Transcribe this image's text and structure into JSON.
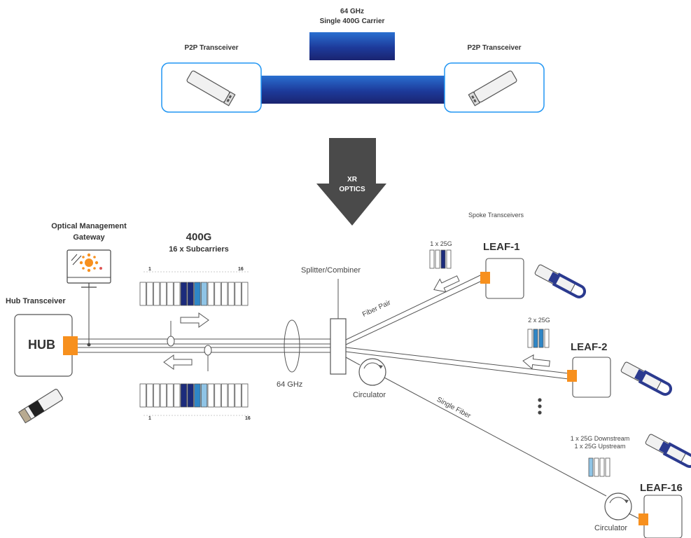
{
  "top": {
    "carrier_line1": "64 GHz",
    "carrier_line2": "Single 400G Carrier",
    "p2p_left_label": "P2P Transceiver",
    "p2p_right_label": "P2P Transceiver"
  },
  "arrow": {
    "line1": "XR",
    "line2": "OPTICS"
  },
  "hub": {
    "omg_line1": "Optical Management",
    "omg_line2": "Gateway",
    "hub_transceiver_label": "Hub Transceiver",
    "hub_label": "HUB"
  },
  "spectrum": {
    "title": "400G",
    "subtitle": "16 x Subcarriers",
    "top_first": "1",
    "top_last": "16",
    "bottom_first": "1",
    "bottom_last": "16"
  },
  "labels": {
    "freq": "64 GHz",
    "splitter": "Splitter/Combiner",
    "fiber_pair": "Fiber Pair",
    "single_fiber": "Single Fiber",
    "circulator": "Circulator",
    "circulator2": "Circulator",
    "spoke": "Spoke Transceivers"
  },
  "leaves": {
    "leaf1": {
      "name": "LEAF-1",
      "alloc": "1 x 25G"
    },
    "leaf2": {
      "name": "LEAF-2",
      "alloc": "2 x 25G"
    },
    "leaf16": {
      "name": "LEAF-16",
      "alloc_line1": "1 x 25G Downstream",
      "alloc_line2": "1 x 25G Upstream"
    }
  },
  "colors": {
    "accent": "#f7901e",
    "dark_blue": "#1c2b7c",
    "mid_blue": "#2f86c6",
    "light_blue": "#8fc4e6",
    "box_border": "#2196f3",
    "arrow_gray": "#4a4a4a"
  }
}
